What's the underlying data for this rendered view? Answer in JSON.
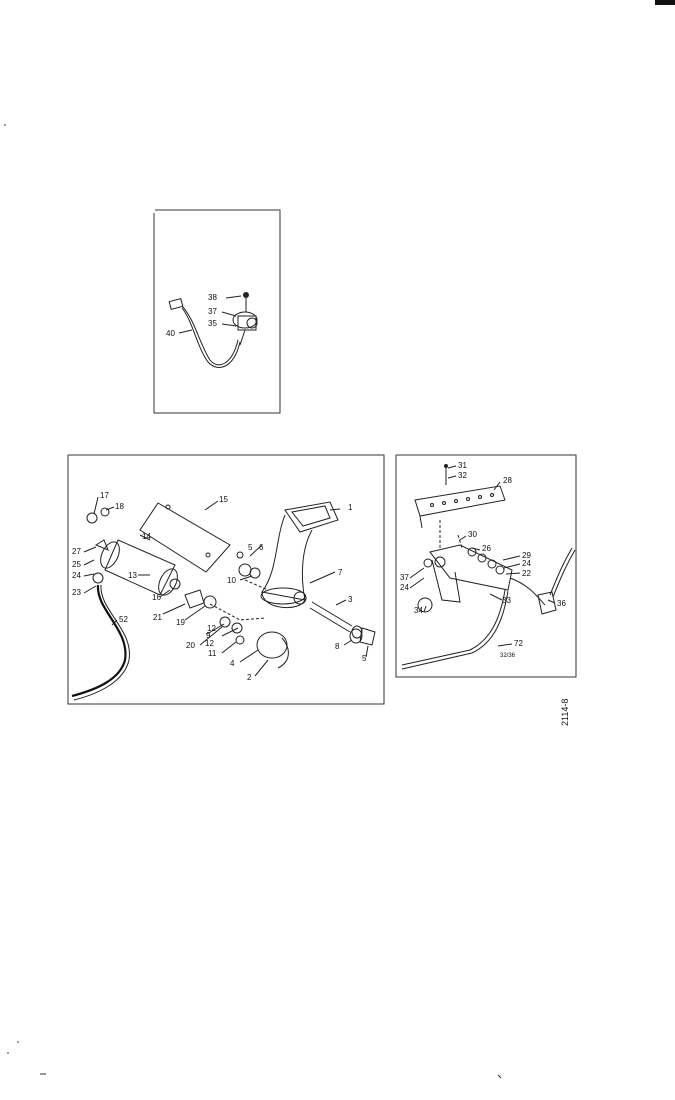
{
  "document": {
    "drawing_number": "2114-8",
    "top_right_mark": "▬"
  },
  "panels": {
    "inset_upper": {
      "labels": [
        "38",
        "37",
        "35",
        "40"
      ]
    },
    "main_left": {
      "labels": [
        "17",
        "18",
        "15",
        "1",
        "14",
        "27",
        "25",
        "24",
        "23",
        "13",
        "16",
        "21",
        "19",
        "20",
        "12",
        "5",
        "6",
        "10",
        "7",
        "3",
        "9",
        "12",
        "11",
        "4",
        "2",
        "8",
        "5",
        "52"
      ]
    },
    "right_detail": {
      "labels": [
        "31",
        "32",
        "28",
        "30",
        "26",
        "29",
        "24",
        "22",
        "37",
        "24",
        "33",
        "34",
        "36",
        "72",
        "32/36"
      ]
    }
  }
}
